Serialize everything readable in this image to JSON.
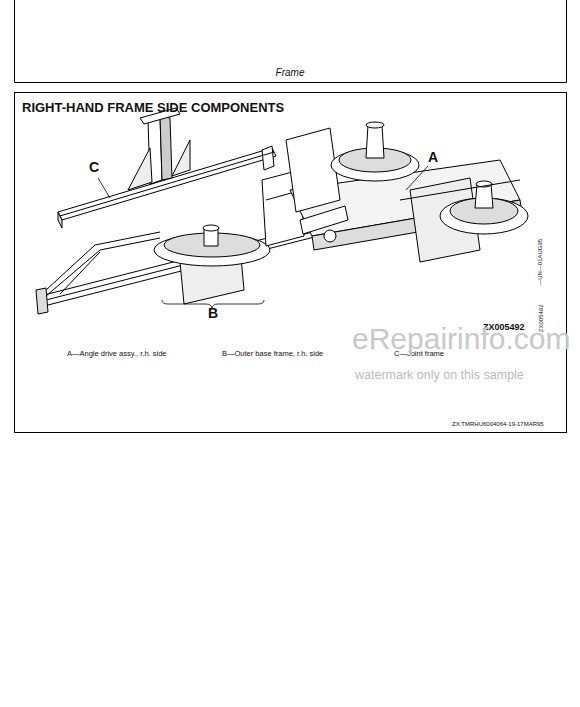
{
  "diagram": {
    "title": "RIGHT-HAND FRAME SIDE COMPONENTS",
    "labels": [
      "Frame",
      "C",
      "A",
      "B",
      "—UN—01AUG95",
      "ZX005492",
      "ZX005492",
      "A—Angle drive assy., r.h. side",
      "B—Outer base frame, r.h. side",
      "C—Joint frame",
      "ZX,TMRHU6004064-19-17MAR95",
      "eRepairinfo.com",
      "watermark only on this sample"
    ]
  }
}
